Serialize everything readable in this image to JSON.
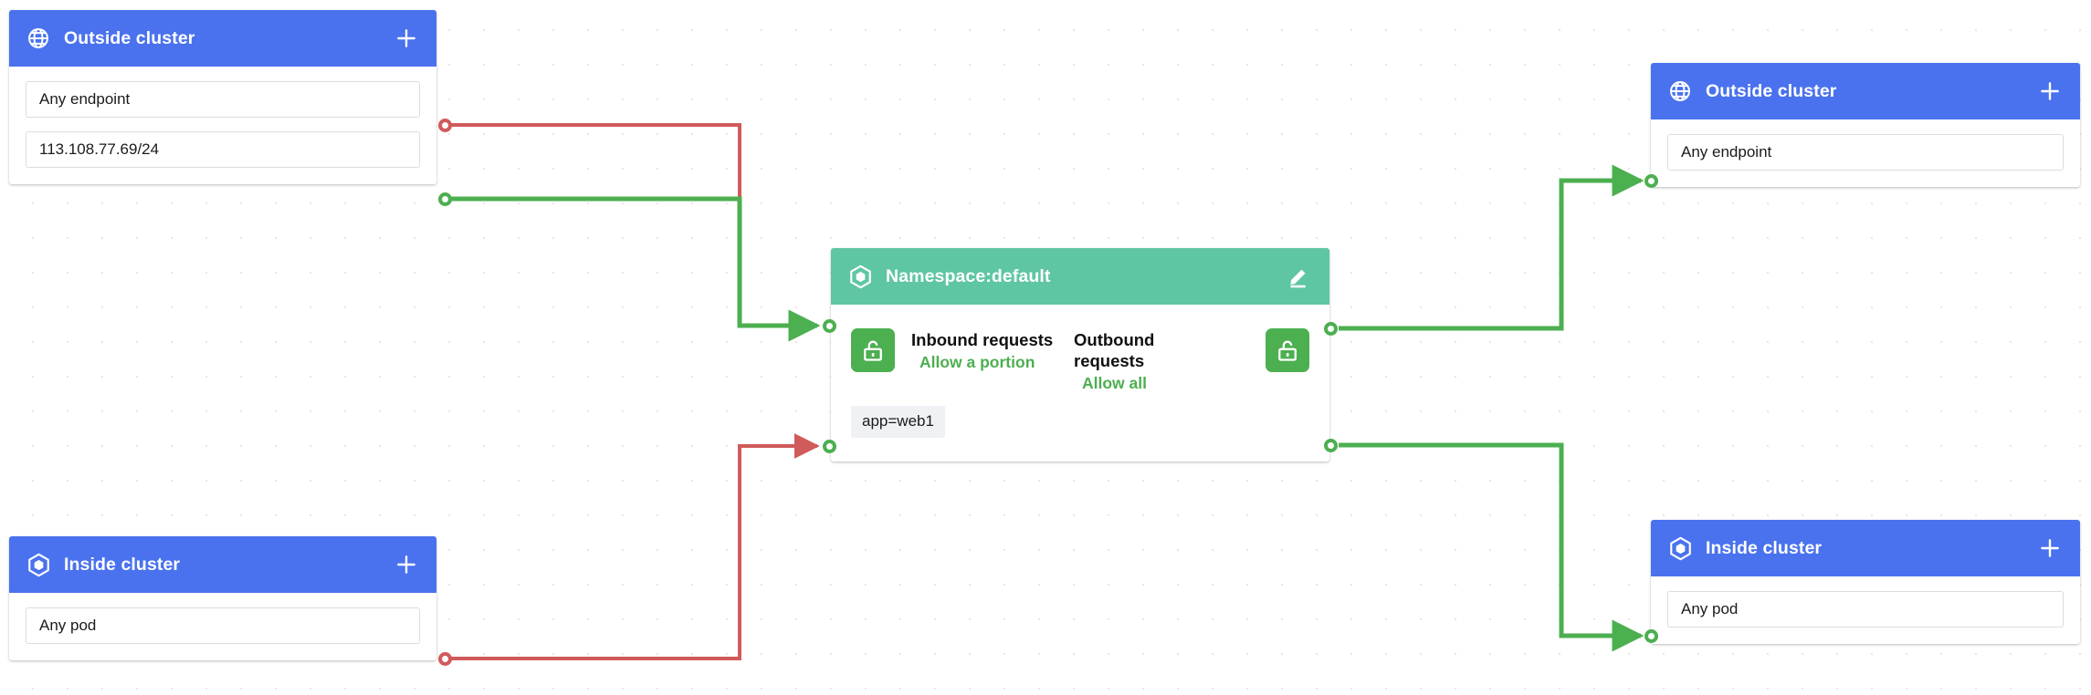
{
  "canvas": {
    "background_color": "#ffffff",
    "dot_color": "#e6e6e6"
  },
  "colors": {
    "blue_header": "#4a72ee",
    "green_header": "#5fc6a3",
    "allow_green": "#4caf50",
    "deny_red": "#d15a5a",
    "chip_bg": "#eff1f5"
  },
  "nodes": {
    "outside_left": {
      "title": "Outside cluster",
      "icon": "globe-icon",
      "action_icon": "plus-icon",
      "fields": [
        {
          "value": "Any endpoint"
        },
        {
          "value": "113.108.77.69/24"
        }
      ]
    },
    "inside_left": {
      "title": "Inside cluster",
      "icon": "hexagon-pod-icon",
      "action_icon": "plus-icon",
      "fields": [
        {
          "value": "Any pod"
        }
      ]
    },
    "namespace": {
      "title": "Namespace:default",
      "icon": "hexagon-pod-icon",
      "action_icon": "pencil-edit-icon",
      "inbound": {
        "label": "Inbound requests",
        "status": "Allow a portion",
        "lock_icon": "unlocked-padlock-icon"
      },
      "outbound": {
        "label": "Outbound requests",
        "status": "Allow all",
        "lock_icon": "unlocked-padlock-icon"
      },
      "selector_chip": "app=web1"
    },
    "outside_right": {
      "title": "Outside cluster",
      "icon": "globe-icon",
      "action_icon": "plus-icon",
      "fields": [
        {
          "value": "Any endpoint"
        }
      ]
    },
    "inside_right": {
      "title": "Inside cluster",
      "icon": "hexagon-pod-icon",
      "action_icon": "plus-icon",
      "fields": [
        {
          "value": "Any pod"
        }
      ]
    }
  },
  "edges": [
    {
      "name": "edge-any-endpoint-denied",
      "color": "#d15a5a",
      "from": "outside_left.any_endpoint",
      "to": "namespace.inbound"
    },
    {
      "name": "edge-cidr-allowed",
      "color": "#4caf50",
      "from": "outside_left.cidr",
      "to": "namespace.inbound"
    },
    {
      "name": "edge-any-pod-denied",
      "color": "#d15a5a",
      "from": "inside_left.any_pod",
      "to": "namespace.inbound"
    },
    {
      "name": "edge-outbound-to-outside",
      "color": "#4caf50",
      "from": "namespace.outbound",
      "to": "outside_right.any_endpoint"
    },
    {
      "name": "edge-outbound-to-inside",
      "color": "#4caf50",
      "from": "namespace.outbound",
      "to": "inside_right.any_pod"
    }
  ]
}
